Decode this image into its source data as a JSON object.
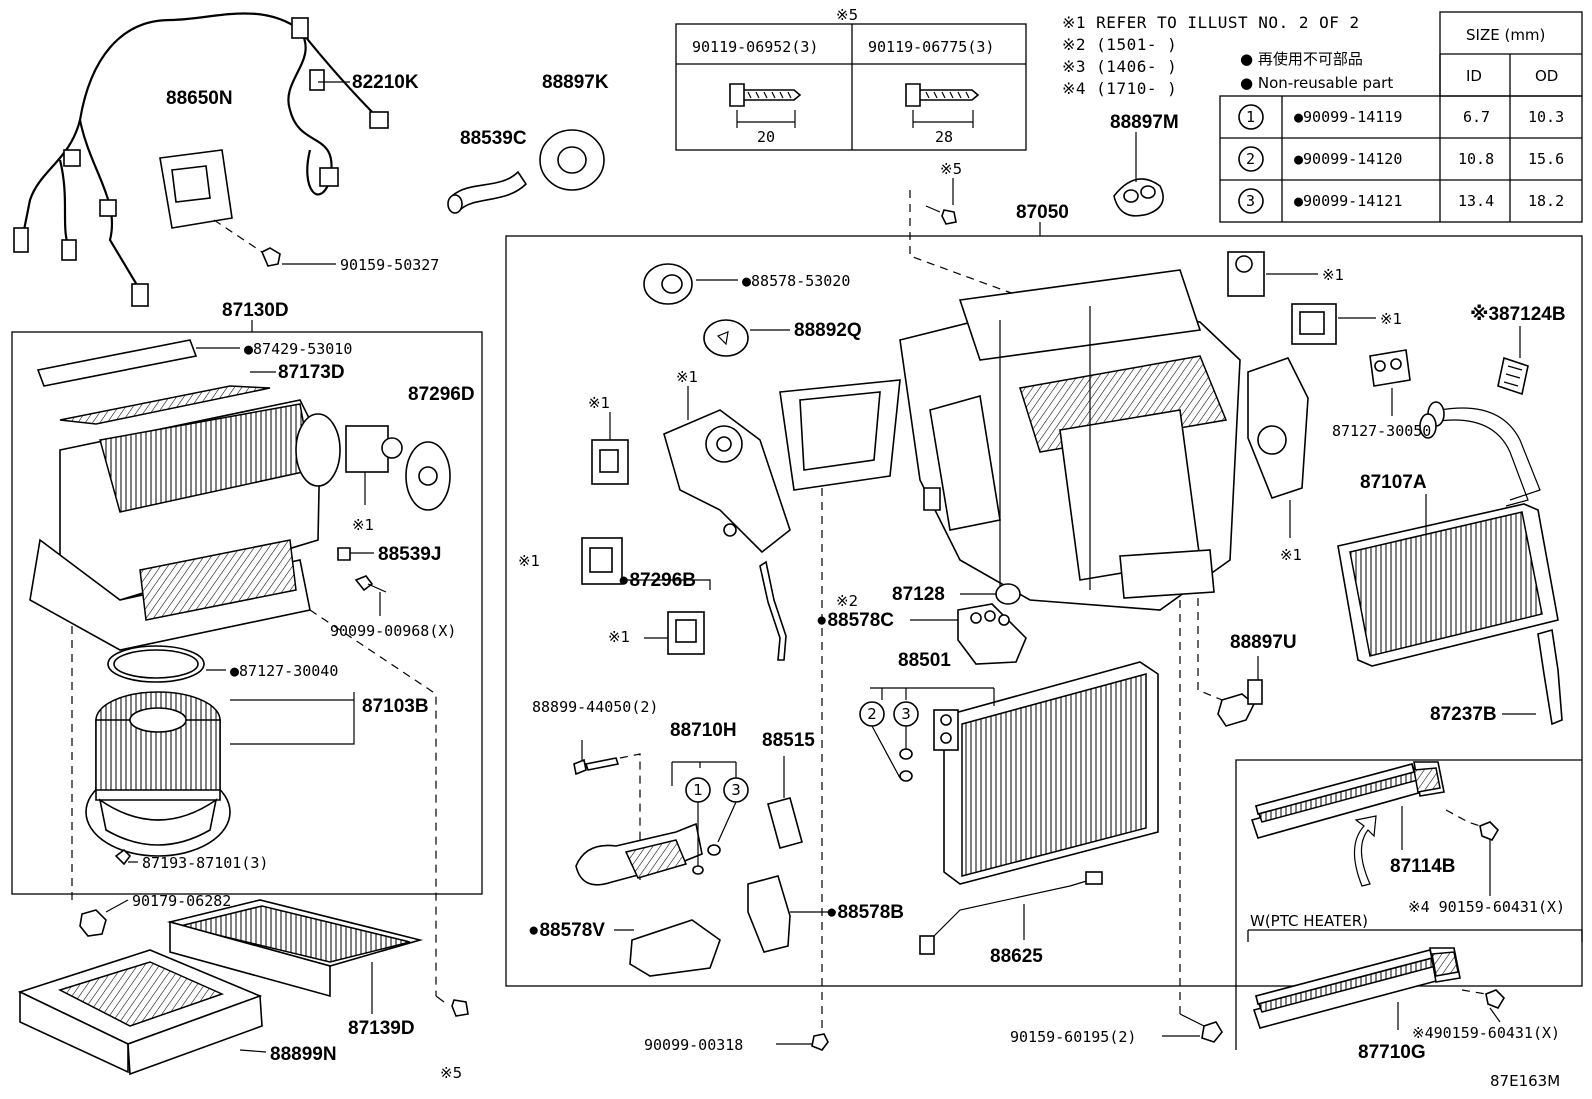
{
  "header_notes": {
    "ref1": "※1 REFER TO ILLUST NO. 2 OF 2",
    "ref2": "※2 (1501-    )",
    "ref3": "※3 (1406-    )",
    "ref4": "※4 (1710-    )",
    "nonreusable_jp": "● 再使用不可部品",
    "nonreusable_en": "● Non-reusable part"
  },
  "size_table": {
    "title": "SIZE (mm)",
    "col_id": "ID",
    "col_od": "OD",
    "rows": [
      {
        "key": "1",
        "part": "●90099-14119",
        "id": "6.7",
        "od": "10.3"
      },
      {
        "key": "2",
        "part": "●90099-14120",
        "id": "10.8",
        "od": "15.6"
      },
      {
        "key": "3",
        "part": "●90099-14121",
        "id": "13.4",
        "od": "18.2"
      }
    ]
  },
  "bolt_table": {
    "mark": "※5",
    "left_part": "90119-06952(3)",
    "right_part": "90119-06775(3)",
    "left_len": "20",
    "right_len": "28"
  },
  "labels": {
    "p88650N": "88650N",
    "p82210K": "82210K",
    "p88897K": "88897K",
    "p88539C": "88539C",
    "p90159_50327": "90159-50327",
    "p87130D": "87130D",
    "p87429": "●87429-53010",
    "p87173D": "87173D",
    "p87296D": "87296D",
    "p88539J": "88539J",
    "p90099_00968": "90099-00968(X)",
    "p87127_30040": "●87127-30040",
    "p87103B": "87103B",
    "p87193": "87193-87101(3)",
    "p90179": "90179-06282",
    "p87139D": "87139D",
    "p88899N": "88899N",
    "p87050": "87050",
    "p88897M": "88897M",
    "p88578_53020": "●88578-53020",
    "p88892Q": "88892Q",
    "p87296B": "●87296B",
    "p87128": "87128",
    "p88578C": "●88578C",
    "p88501": "88501",
    "p88899_44050": "88899-44050(2)",
    "p88710H": "88710H",
    "p88515": "88515",
    "p88578V": "●88578V",
    "p88578B": "●88578B",
    "p88625": "88625",
    "p90099_00318": "90099-00318",
    "p90159_60195": "90159-60195(2)",
    "p87124B": "※387124B",
    "p87127_30050": "87127-30050",
    "p87107A": "87107A",
    "p88897U": "88897U",
    "p87237B": "87237B",
    "p87114B": "87114B",
    "p90159_60431_a": "※4 90159-60431(X)",
    "ptc": "W(PTC HEATER)",
    "p87710G": "87710G",
    "p90159_60431_b": "※490159-60431(X)",
    "ill_no": "87E163M",
    "ref_mark1": "※1",
    "ref_mark2": "※2",
    "ref_mark5": "※5",
    "circ1": "1",
    "circ2": "2",
    "circ3": "3"
  }
}
